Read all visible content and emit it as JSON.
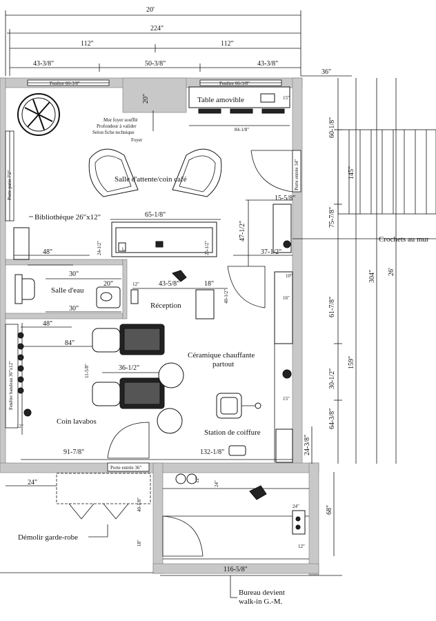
{
  "dims": {
    "total_width_ft": "20'",
    "total_width_in": "224\"",
    "half_left": "112\"",
    "half_right": "112\"",
    "top_left": "43-3/8\"",
    "top_mid": "50-3/8\"",
    "top_right": "43-3/8\"",
    "right_top": "36\"",
    "fireplace_depth": "20\"",
    "window_small": "15\"",
    "table_width": "84-1/8\"",
    "right_60": "60-1/8\"",
    "right_145": "145\"",
    "right_15": "15-5/8\"",
    "right_75": "75-7/8\"",
    "right_47": "47-1/2\"",
    "right_37": "37-1/2\"",
    "right_304": "304\"",
    "right_26ft": "26'",
    "right_10": "10\"",
    "right_16": "16\"",
    "right_61": "61-7/8\"",
    "right_159": "159\"",
    "right_30": "30-1/2\"",
    "right_15b": "15\"",
    "right_64": "64-3/8\"",
    "right_24": "24-3/8\"",
    "desk_width": "65-1/8\"",
    "desk_24": "24-1/2\"",
    "desk_25": "25-1/2\"",
    "desk_12": "12\"",
    "lib_48": "48\"",
    "bath_30a": "30\"",
    "bath_20": "20\"",
    "bath_30b": "30\"",
    "rec_12": "12\"",
    "rec_43": "43-5/8\"",
    "rec_18": "18\"",
    "rec_40": "40-1/2\"",
    "wash_48": "48\"",
    "wash_84": "84\"",
    "wash_11": "11-5/8\"",
    "wash_36": "36-1/2\"",
    "wash_12": "12\"",
    "bottom_91": "91-7/8\"",
    "bottom_132": "132-1/8\"",
    "bottom_24": "24\"",
    "office_12": "12\"",
    "office_24": "24\"",
    "office_40": "40-1/8\"",
    "office_18": "18\"",
    "office_24b": "24\"",
    "office_68": "68\"",
    "office_12b": "12\"",
    "office_116": "116-5/8\""
  },
  "labels": {
    "window_left": "Fenêtre 66-3/8\"",
    "window_right": "Fenêtre 66-3/8\"",
    "table": "Table amovible",
    "fireplace_note_1": "Mur foyer soufflé",
    "fireplace_note_2": "Profondeur à valider",
    "fireplace_note_3": "Selon fiche technique",
    "fireplace_note_4": "Foyer",
    "patio_door": "Porte patio 7'2\"",
    "entry_door_top": "Porte entrée 34\"",
    "waiting": "Salle d'attente/coin café",
    "library": "Bibliothèque 26\"x12\"",
    "hooks": "Crochets au mur",
    "bathroom": "Salle d'eau",
    "reception": "Réception",
    "ceramic_1": "Céramique chauffante",
    "ceramic_2": "partout",
    "transom": "Fenêtre bandeau 36\"x12\"",
    "wash_area": "Coin lavabos",
    "styling": "Station de coiffure",
    "entry_door_bottom": "Porte entrée 36\"",
    "demolish": "Démolir garde-robe",
    "office_1": "Bureau devient",
    "office_2": "walk-in G.-M."
  }
}
